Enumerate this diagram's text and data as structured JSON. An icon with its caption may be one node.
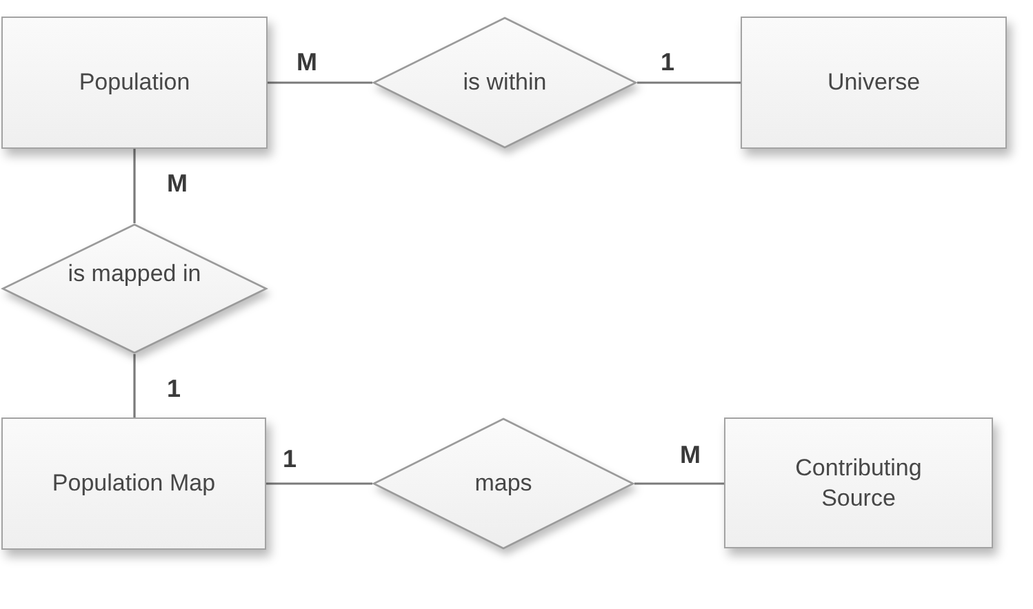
{
  "diagram": {
    "nodes": [
      {
        "text": [
          "Population"
        ]
      },
      {
        "text": [
          "is within"
        ]
      },
      {
        "text": [
          "Universe"
        ]
      },
      {
        "text": [
          "is mapped in"
        ]
      },
      {
        "text": [
          "Population Map"
        ]
      },
      {
        "text": [
          "maps"
        ]
      },
      {
        "text": [
          "Contributing Source"
        ]
      }
    ],
    "edges": [
      {
        "from": 0,
        "to": 1,
        "arrow": "none",
        "label": "M"
      },
      {
        "from": 1,
        "to": 2,
        "arrow": "none",
        "label": "1"
      },
      {
        "from": 0,
        "to": 3,
        "arrow": "none",
        "label": "M"
      },
      {
        "from": 3,
        "to": 4,
        "arrow": "none",
        "label": "1"
      },
      {
        "from": 4,
        "to": 5,
        "arrow": "none",
        "label": "1"
      },
      {
        "from": 5,
        "to": 6,
        "arrow": "none",
        "label": "M"
      }
    ]
  }
}
